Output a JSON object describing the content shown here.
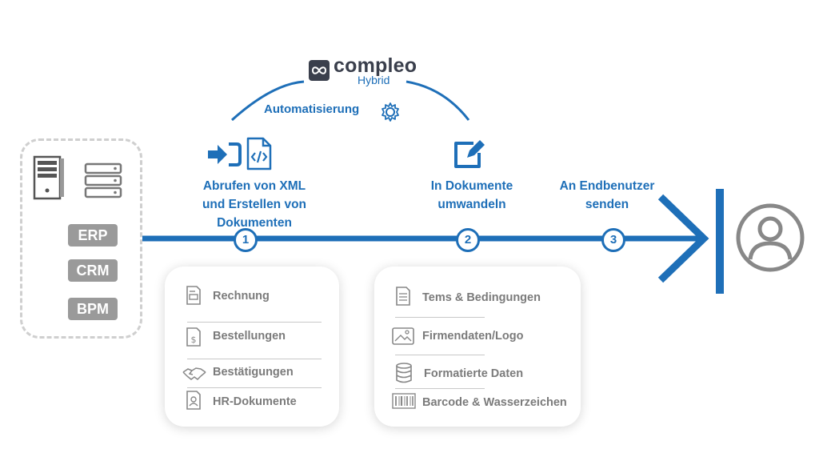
{
  "logo": {
    "brand": "compleo",
    "product": "Hybrid"
  },
  "automation_label": "Automatisierung",
  "systems": [
    "ERP",
    "CRM",
    "BPM"
  ],
  "steps": [
    {
      "number": "1",
      "label_lines": [
        "Abrufen von XML",
        "und Erstellen von",
        "Dokumenten"
      ]
    },
    {
      "number": "2",
      "label_lines": [
        "In Dokumente",
        "umwandeln"
      ]
    },
    {
      "number": "3",
      "label_lines": [
        "An Endbenutzer",
        "senden"
      ]
    }
  ],
  "card_1": {
    "items": [
      "Rechnung",
      "Bestellungen",
      "Bestätigungen",
      "HR-Dokumente"
    ]
  },
  "card_2": {
    "items": [
      "Tems & Bedingungen",
      "Firmendaten/Logo",
      "Formatierte Daten",
      "Barcode & Wasserzeichen"
    ]
  },
  "colors": {
    "primary": "#1e6fb8",
    "dark": "#3a3f4c",
    "gray": "#9a9a9a",
    "text_gray": "#7b7b7b"
  },
  "icons": [
    "server-tower-icon",
    "server-rack-icon",
    "sign-in-icon",
    "code-file-icon",
    "gear-icon",
    "edit-icon",
    "user-avatar-icon",
    "invoice-icon",
    "dollar-document-icon",
    "handshake-icon",
    "id-document-icon",
    "text-document-icon",
    "image-icon",
    "database-icon",
    "barcode-icon",
    "infinity-icon"
  ]
}
